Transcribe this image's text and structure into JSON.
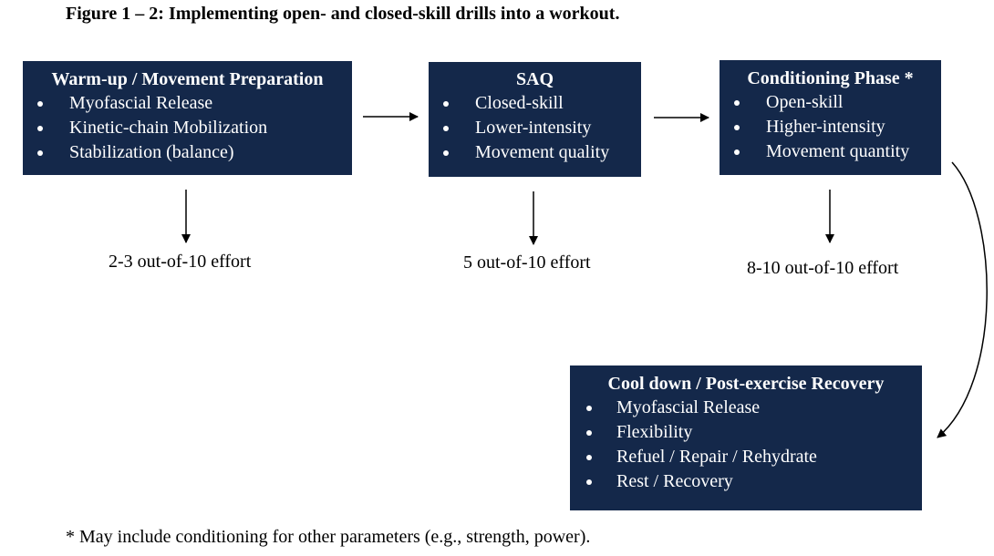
{
  "figure_title": "Figure 1 – 2: Implementing open- and closed-skill drills into a workout.",
  "boxes": {
    "warmup": {
      "title": "Warm-up / Movement Preparation",
      "items": [
        "Myofascial Release",
        "Kinetic-chain Mobilization",
        "Stabilization (balance)"
      ]
    },
    "saq": {
      "title": "SAQ",
      "items": [
        "Closed-skill",
        "Lower-intensity",
        "Movement quality"
      ]
    },
    "conditioning": {
      "title": "Conditioning Phase *",
      "items": [
        "Open-skill",
        "Higher-intensity",
        "Movement quantity"
      ]
    },
    "cooldown": {
      "title": "Cool down / Post-exercise Recovery",
      "items": [
        "Myofascial Release",
        "Flexibility",
        "Refuel / Repair / Rehydrate",
        "Rest / Recovery"
      ]
    }
  },
  "efforts": {
    "warmup": "2-3 out-of-10 effort",
    "saq": "5 out-of-10 effort",
    "conditioning": "8-10 out-of-10 effort"
  },
  "footnote": "* May include conditioning for other parameters (e.g., strength, power).",
  "colors": {
    "box_fill": "#14284a",
    "box_text": "#ffffff",
    "arrow": "#000000"
  }
}
